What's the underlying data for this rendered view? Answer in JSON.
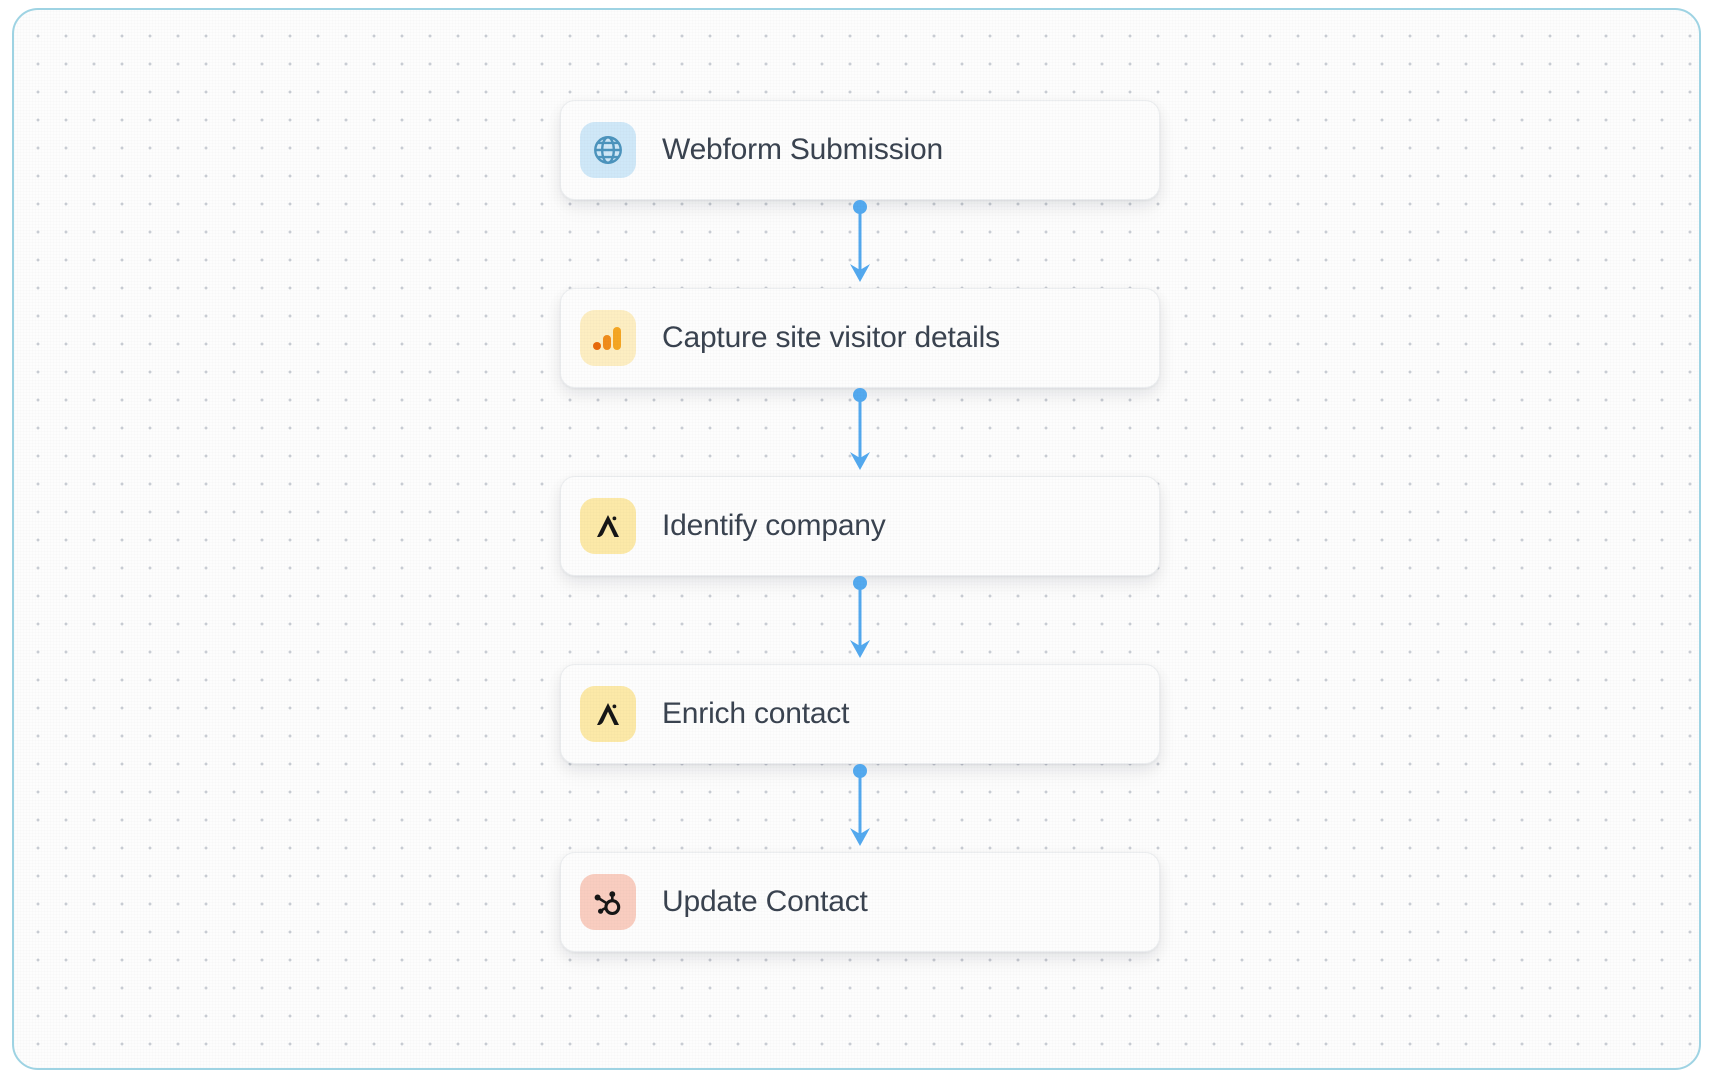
{
  "canvas": {
    "name": "workflow-canvas",
    "border_color": "#9ed3e3",
    "background_color": "#fdfdfd",
    "dot_grid_color": "#c9cdd4"
  },
  "connector": {
    "color": "#53a9ef",
    "name": "flow-connector"
  },
  "flow": {
    "nodes": [
      {
        "id": "webform-submission",
        "label": "Webform Submission",
        "icon": "globe-icon",
        "icon_bg": "#cfe8f8",
        "icon_color": "#4c94bd"
      },
      {
        "id": "capture-site-visitor-details",
        "label": "Capture site visitor details",
        "icon": "bar-chart-analytics-icon",
        "icon_bg": "#fdeec2",
        "icon_color": "#f2a007"
      },
      {
        "id": "identify-company",
        "label": "Identify company",
        "icon": "apollo-icon",
        "icon_bg": "#fce9a8",
        "icon_color": "#161616"
      },
      {
        "id": "enrich-contact",
        "label": "Enrich contact",
        "icon": "apollo-icon",
        "icon_bg": "#fce9a8",
        "icon_color": "#161616"
      },
      {
        "id": "update-contact",
        "label": "Update Contact",
        "icon": "hubspot-icon",
        "icon_bg": "#f9cdc0",
        "icon_color": "#161616"
      }
    ]
  }
}
